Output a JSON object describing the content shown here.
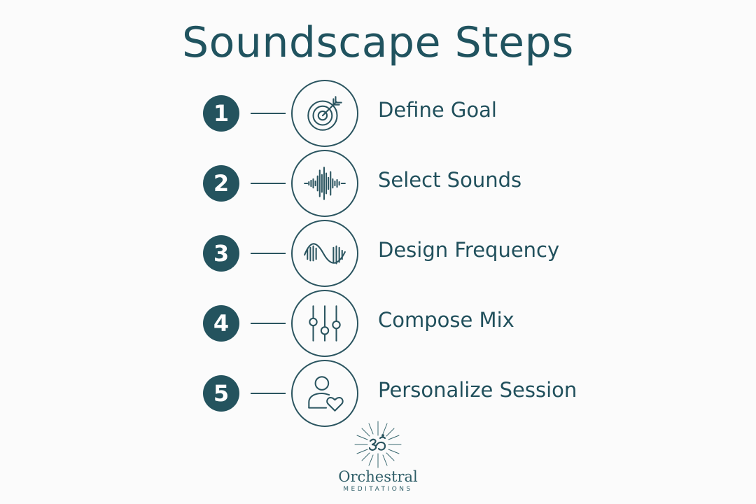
{
  "title": "Soundscape Steps",
  "steps": [
    {
      "number": "1",
      "label": "Define Goal",
      "icon": "target-arrow-icon"
    },
    {
      "number": "2",
      "label": "Select Sounds",
      "icon": "sound-wave-icon"
    },
    {
      "number": "3",
      "label": "Design Frequency",
      "icon": "frequency-wave-icon"
    },
    {
      "number": "4",
      "label": "Compose Mix",
      "icon": "mixer-sliders-icon"
    },
    {
      "number": "5",
      "label": "Personalize Session",
      "icon": "person-heart-icon"
    }
  ],
  "logo": {
    "name": "Orchestral",
    "subtitle": "MEDITATIONS",
    "icon": "om-burst-icon"
  },
  "colors": {
    "primary": "#24535e",
    "background": "#fbfbfb"
  }
}
